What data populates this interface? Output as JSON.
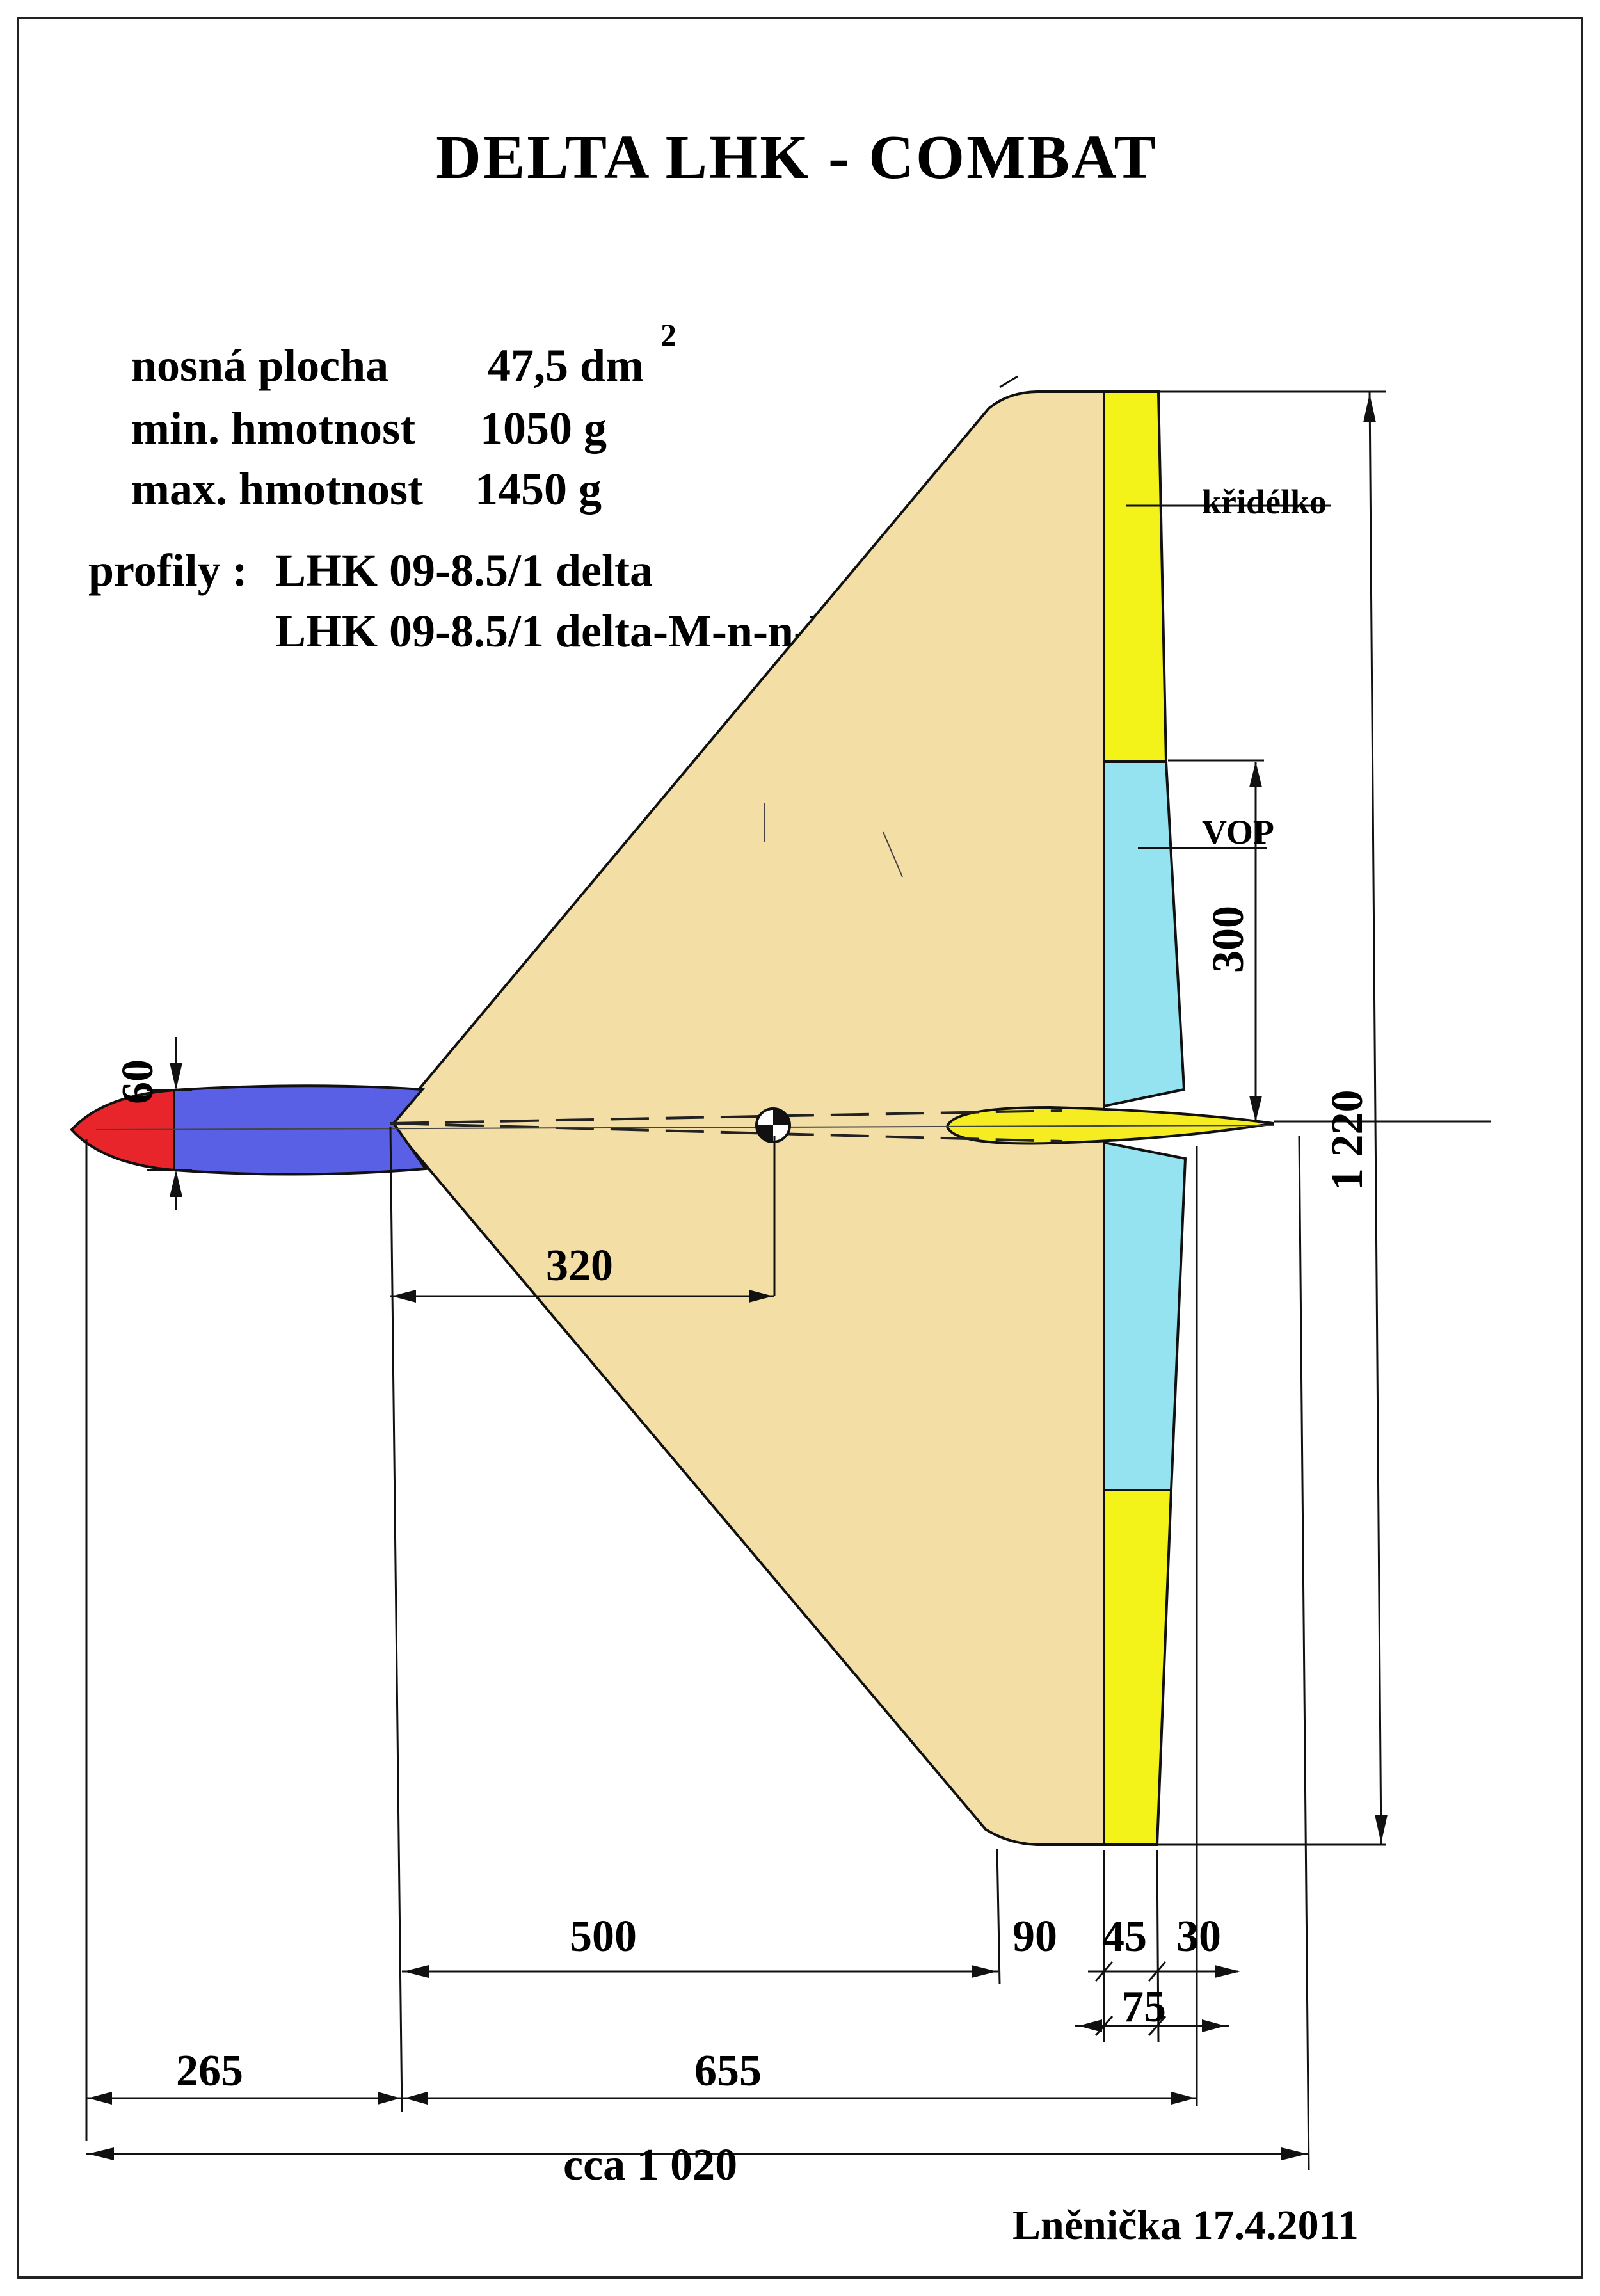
{
  "title": "DELTA  LHK  -  COMBAT",
  "specs": {
    "area_label": "nosná plocha",
    "area_value": "47,5  dm",
    "area_sup": "2",
    "min_mass_label": "min. hmotnost",
    "min_mass_value": "1050  g",
    "max_mass_label": "max. hmotnost",
    "max_mass_value": "1450  g",
    "profiles_label": "profily :",
    "profile_1": "LHK 09-8.5/1 delta",
    "profile_2": "LHK 09-8.5/1 delta-M-n-n-M"
  },
  "labels": {
    "aileron": "křidélko",
    "elevator": "VOP"
  },
  "dimensions": {
    "nose_width": "60",
    "cg_distance": "320",
    "elevator_span": "300",
    "wingspan": "1 220",
    "root_chord_to_sweep": "500",
    "d_90": "90",
    "d_45": "45",
    "d_30": "30",
    "d_75": "75",
    "nose_length": "265",
    "wing_length": "655",
    "total_length": "cca 1 020"
  },
  "author": "Lněnička  17.4.2011",
  "colors": {
    "wing": "#f3dfa6",
    "aileron": "#f3f31a",
    "elevator": "#95e3f0",
    "nose_red": "#e8252a",
    "fuselage_blue": "#5a60e6",
    "fin": "#f5ec22",
    "line": "#111111"
  }
}
